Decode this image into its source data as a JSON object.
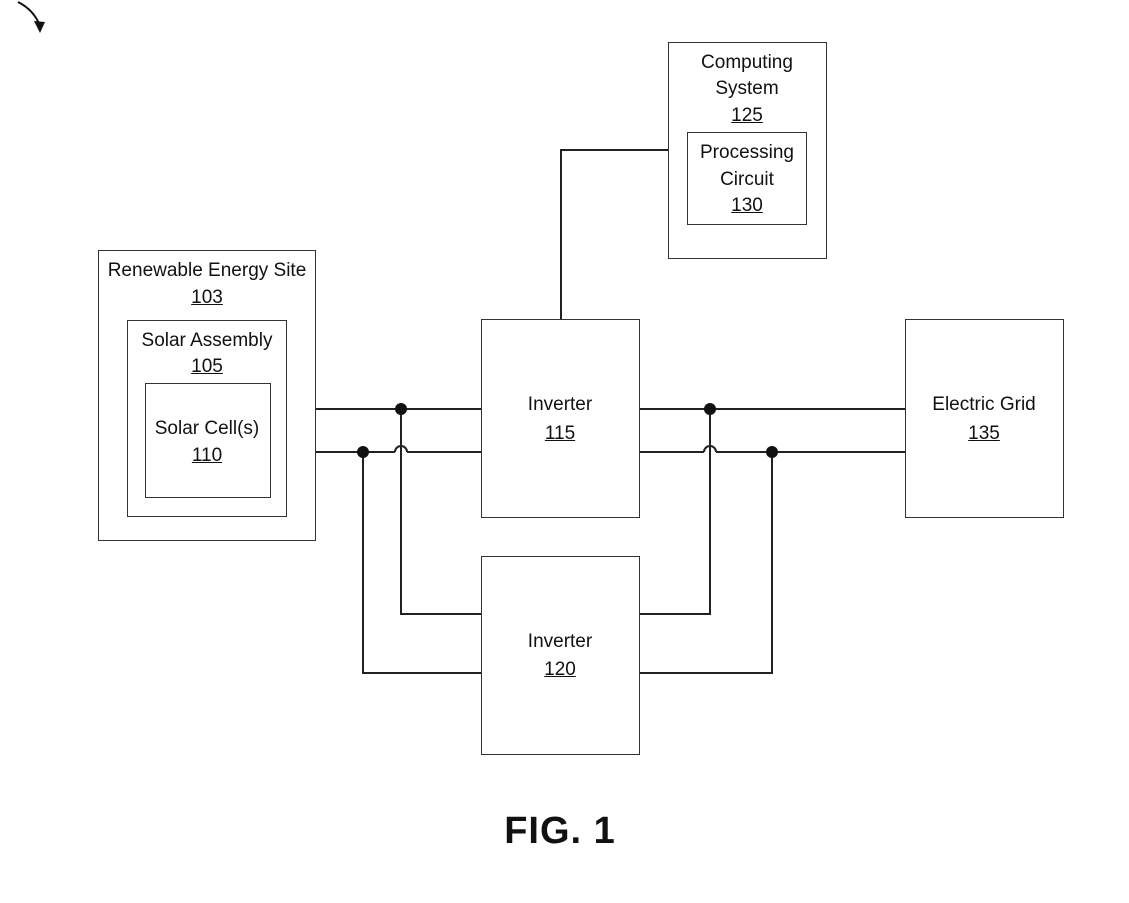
{
  "renewable_energy_site": {
    "label": "Renewable Energy Site",
    "ref": "103"
  },
  "solar_assembly": {
    "label": "Solar Assembly",
    "ref": "105"
  },
  "solar_cells": {
    "label": "Solar Cell(s)",
    "ref": "110"
  },
  "inverter_115": {
    "label": "Inverter",
    "ref": "115"
  },
  "inverter_120": {
    "label": "Inverter",
    "ref": "120"
  },
  "electric_grid": {
    "label": "Electric Grid",
    "ref": "135"
  },
  "computing_system": {
    "label_line1": "Computing",
    "label_line2": "System",
    "ref": "125"
  },
  "processing_circuit": {
    "label_line1": "Processing",
    "label_line2": "Circuit",
    "ref": "130"
  },
  "figure_label": "FIG. 1"
}
